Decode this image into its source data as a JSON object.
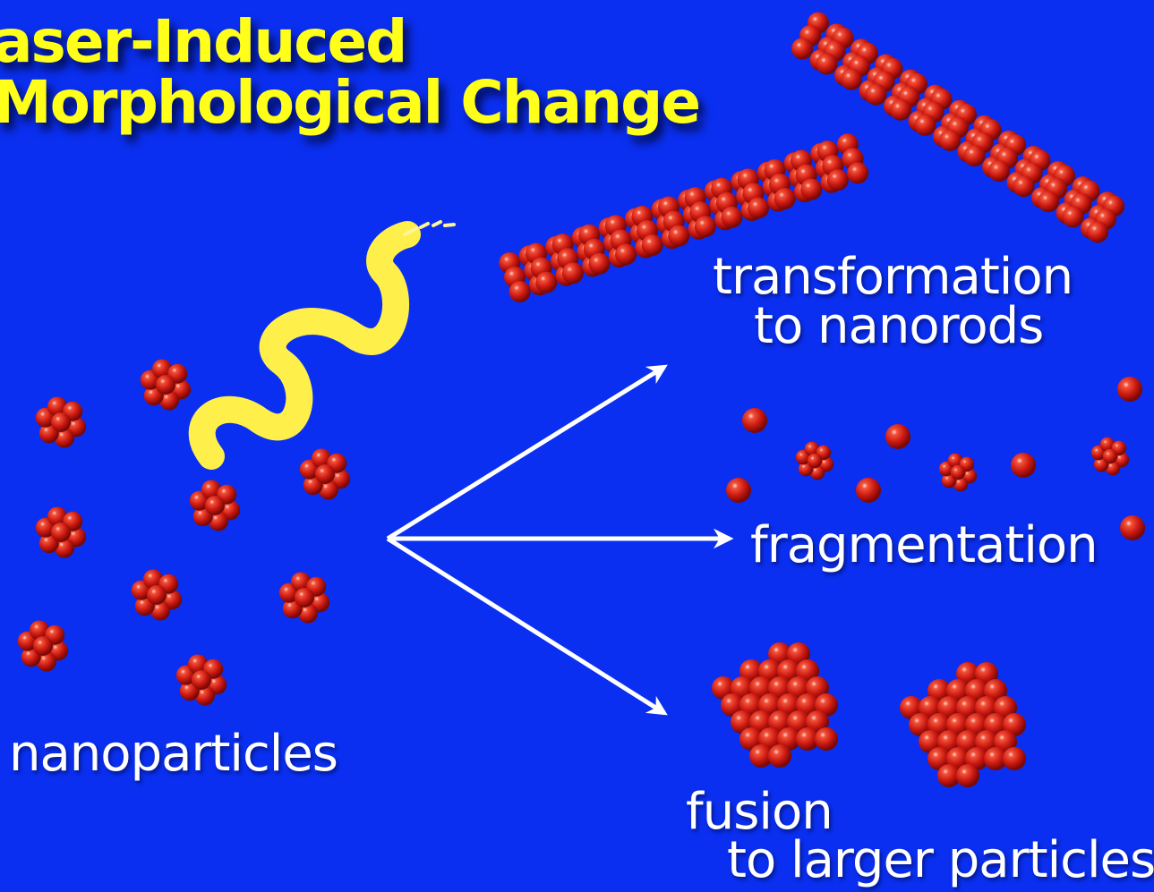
{
  "title": {
    "line1": "aser-Induced",
    "line2": "Morphological Change"
  },
  "labels": {
    "nanoparticles": "nanoparticles",
    "nanorods_line1": "transformation",
    "nanorods_line2": "to nanorods",
    "fragmentation": "fragmentation",
    "fusion_line1": "fusion",
    "fusion_line2": "to larger particles"
  },
  "colors": {
    "background": "#0a2ff0",
    "title": "#ffff1a",
    "laser_beam": "#ffef4a",
    "particle": "#d8201a",
    "arrow": "#ffffff"
  },
  "icons": {
    "laser": "laser-beam-wave",
    "particle": "atom-cluster",
    "arrow": "process-arrow"
  }
}
